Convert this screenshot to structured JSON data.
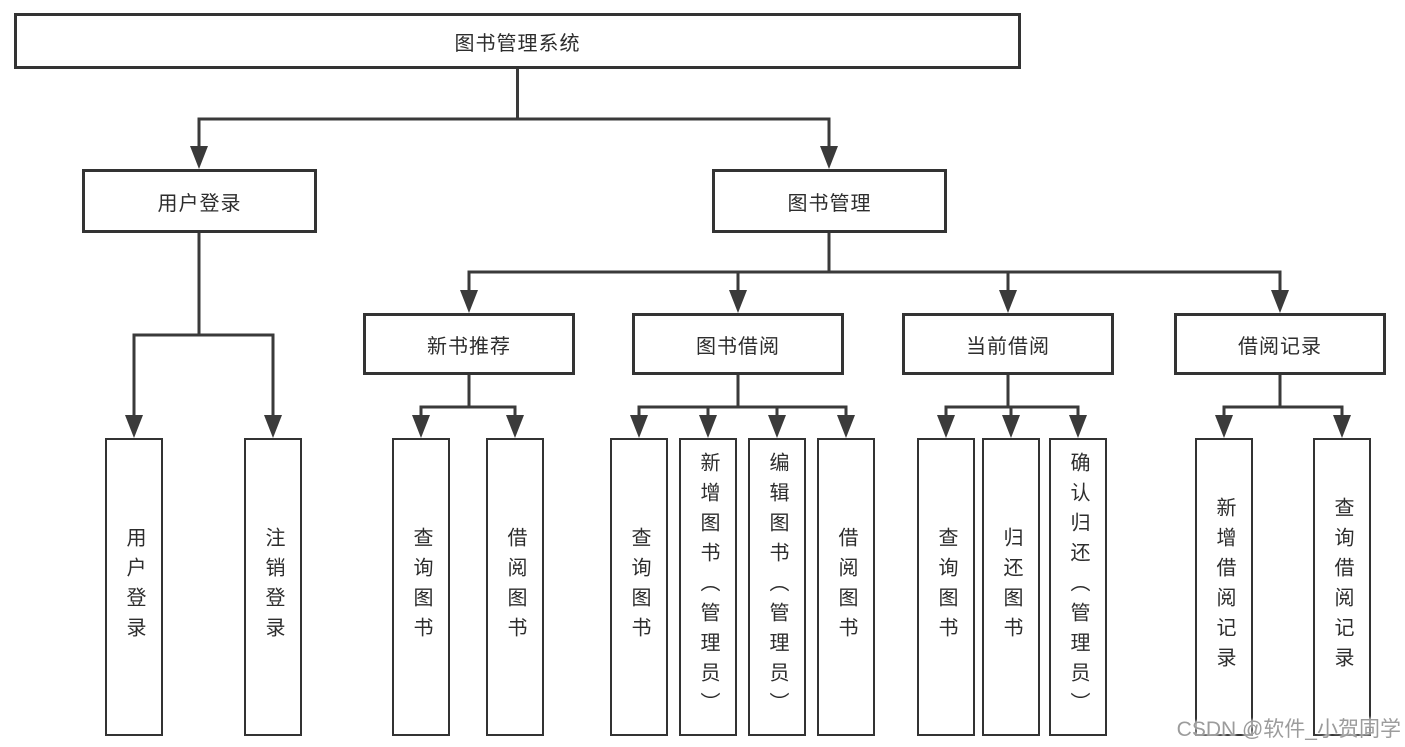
{
  "tree": {
    "root": {
      "label": "图书管理系统",
      "children": [
        {
          "label": "用户登录",
          "children": [
            {
              "label": "用户登录"
            },
            {
              "label": "注销登录"
            }
          ]
        },
        {
          "label": "图书管理",
          "children": [
            {
              "label": "新书推荐",
              "children": [
                {
                  "label": "查询图书"
                },
                {
                  "label": "借阅图书"
                }
              ]
            },
            {
              "label": "图书借阅",
              "children": [
                {
                  "label": "查询图书"
                },
                {
                  "label": "新增图书（管理员）"
                },
                {
                  "label": "编辑图书（管理员）"
                },
                {
                  "label": "借阅图书"
                }
              ]
            },
            {
              "label": "当前借阅",
              "children": [
                {
                  "label": "查询图书"
                },
                {
                  "label": "归还图书"
                },
                {
                  "label": "确认归还（管理员）"
                }
              ]
            },
            {
              "label": "借阅记录",
              "children": [
                {
                  "label": "新增借阅记录"
                },
                {
                  "label": "查询借阅记录"
                }
              ]
            }
          ]
        }
      ]
    }
  },
  "watermark": {
    "text": "CSDN @软件_小贺同学"
  },
  "colors": {
    "line": "#3a3a3a",
    "box_border": "#333333",
    "text": "#2d2d2d",
    "watermark": "#9c9c9c",
    "background": "#ffffff"
  }
}
